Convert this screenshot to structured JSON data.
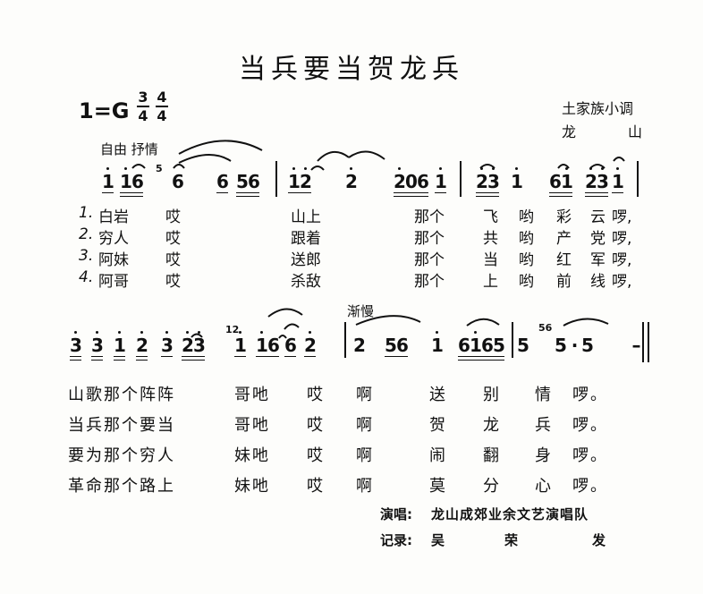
{
  "title": "当兵要当贺龙兵",
  "key": "1=G",
  "time_signatures": [
    {
      "top": "3",
      "bottom": "4"
    },
    {
      "top": "4",
      "bottom": "4"
    }
  ],
  "source": {
    "genre": "土家族小调",
    "region_a": "龙",
    "region_b": "山"
  },
  "tempo_marks": {
    "start": "自由  抒情",
    "slowing": "渐慢"
  },
  "row1": {
    "groups": [
      {
        "t": "1",
        "dots": [
          1
        ],
        "u": 1
      },
      {
        "t": "16",
        "dots": [
          1,
          0
        ],
        "u": 2
      },
      {
        "t": "6",
        "dots": [
          0
        ],
        "u": 0
      },
      {
        "t": "6",
        "dots": [
          0
        ],
        "u": 1
      },
      {
        "t": "56",
        "dots": [
          0,
          0
        ],
        "u": 2
      },
      {
        "t": "12",
        "dots": [
          1,
          1
        ],
        "u": 1
      },
      {
        "t": "2",
        "dots": [
          1
        ],
        "u": 0
      },
      {
        "t": "206",
        "dots": [
          1,
          0,
          0
        ],
        "u": 2
      },
      {
        "t": "1",
        "dots": [
          1
        ],
        "u": 1
      },
      {
        "t": "23",
        "dots": [
          1,
          1
        ],
        "u": 2
      },
      {
        "t": "1",
        "dots": [
          1
        ],
        "u": 0
      },
      {
        "t": "61",
        "dots": [
          0,
          1
        ],
        "u": 2
      },
      {
        "t": "23",
        "dots": [
          1,
          1
        ],
        "u": 2
      },
      {
        "t": "1",
        "dots": [
          1
        ],
        "u": 1
      }
    ],
    "graces": [
      "5"
    ]
  },
  "verses": [
    {
      "num": "1.",
      "a": "白岩",
      "b": "哎",
      "c": "山上",
      "d": "那个",
      "e": "飞",
      "f": "哟",
      "g": "彩",
      "h": "云",
      "i": "啰,"
    },
    {
      "num": "2.",
      "a": "穷人",
      "b": "哎",
      "c": "跟着",
      "d": "那个",
      "e": "共",
      "f": "哟",
      "g": "产",
      "h": "党",
      "i": "啰,"
    },
    {
      "num": "3.",
      "a": "阿妹",
      "b": "哎",
      "c": "送郎",
      "d": "那个",
      "e": "当",
      "f": "哟",
      "g": "红",
      "h": "军",
      "i": "啰,"
    },
    {
      "num": "4.",
      "a": "阿哥",
      "b": "哎",
      "c": "杀敌",
      "d": "那个",
      "e": "上",
      "f": "哟",
      "g": "前",
      "h": "线",
      "i": "啰,"
    }
  ],
  "row2": {
    "groups": [
      {
        "t": "3",
        "dots": [
          1
        ],
        "u": 2
      },
      {
        "t": "3",
        "dots": [
          1
        ],
        "u": 2
      },
      {
        "t": "1",
        "dots": [
          1
        ],
        "u": 2
      },
      {
        "t": "2",
        "dots": [
          1
        ],
        "u": 2
      },
      {
        "t": "3",
        "dots": [
          1
        ],
        "u": 1
      },
      {
        "t": "23",
        "dots": [
          1,
          1
        ],
        "u": 2
      },
      {
        "t": "1",
        "dots": [
          1
        ],
        "u": 1
      },
      {
        "t": "16",
        "dots": [
          1,
          0
        ],
        "u": 1
      },
      {
        "t": "6",
        "dots": [
          0
        ],
        "u": 1
      },
      {
        "t": "2",
        "dots": [
          1
        ],
        "u": 1
      },
      {
        "t": "2",
        "dots": [
          0
        ],
        "u": 0
      },
      {
        "t": "56",
        "dots": [
          0,
          0
        ],
        "u": 1
      },
      {
        "t": "1",
        "dots": [
          1
        ],
        "u": 0
      },
      {
        "t": "6165",
        "dots": [
          0,
          1,
          0,
          0
        ],
        "u": 2
      },
      {
        "t": "5",
        "dots": [
          0
        ],
        "u": 0
      },
      {
        "t": "5",
        "dots": [
          0
        ],
        "u": 0
      },
      {
        "t": "·",
        "dots": [
          0
        ],
        "u": 0
      },
      {
        "t": "5",
        "dots": [
          0
        ],
        "u": 0
      },
      {
        "t": "–",
        "dots": [
          0
        ],
        "u": 0
      }
    ],
    "graces": [
      "12",
      "56"
    ]
  },
  "refrain": [
    {
      "a": "山歌那个阵阵",
      "b": "哥吔",
      "c": "哎",
      "d": "啊",
      "e": "送",
      "f": "别",
      "g": "情",
      "h": "啰。"
    },
    {
      "a": "当兵那个要当",
      "b": "哥吔",
      "c": "哎",
      "d": "啊",
      "e": "贺",
      "f": "龙",
      "g": "兵",
      "h": "啰。"
    },
    {
      "a": "要为那个穷人",
      "b": "妹吔",
      "c": "哎",
      "d": "啊",
      "e": "闹",
      "f": "翻",
      "g": "身",
      "h": "啰。"
    },
    {
      "a": "革命那个路上",
      "b": "妹吔",
      "c": "哎",
      "d": "啊",
      "e": "莫",
      "f": "分",
      "g": "心",
      "h": "啰。"
    }
  ],
  "credits": {
    "singer_label": "演唱:",
    "singer": "龙山成郊业余文艺演唱队",
    "recorder_label": "记录:",
    "recorder": [
      "吴",
      "荣",
      "发"
    ]
  }
}
